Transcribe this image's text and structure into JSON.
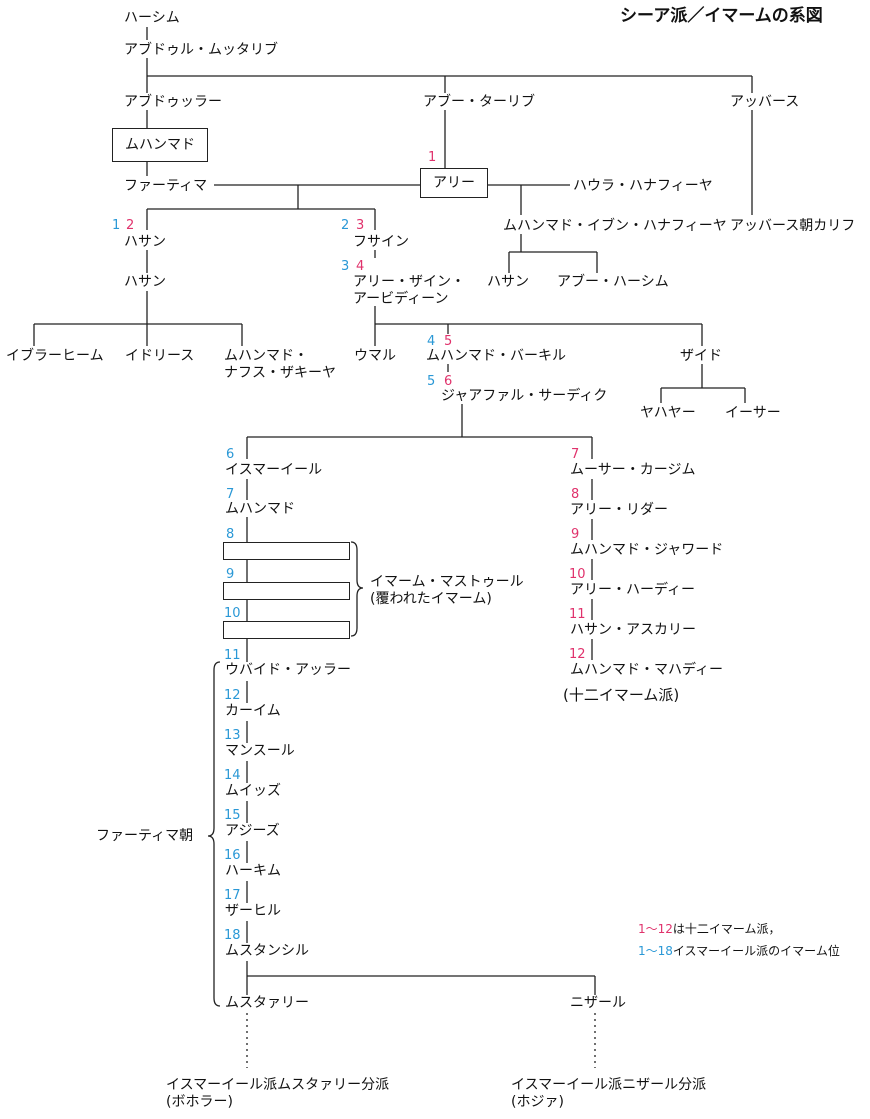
{
  "title": "シーア派／イマームの系図",
  "colors": {
    "ismaili_blue": "#2a98d6",
    "twelver_red": "#e0326c"
  },
  "persons": {
    "hashim": "ハーシム",
    "abd_muttalib": "アブドゥル・ムッタリブ",
    "abdullah": "アブドゥッラー",
    "abu_talib": "アブー・ターリブ",
    "abbas": "アッバース",
    "muhammad": "ムハンマド",
    "fatima": "ファーティマ",
    "ali": "アリー",
    "khawla": "ハウラ・ハナフィーヤ",
    "ibn_hanafiya": "ムハンマド・イブン・ハナフィーヤ",
    "abbasid_caliph": "アッバース朝カリフ",
    "hasan1": "ハサン",
    "husayn": "フサイン",
    "hasan2": "ハサン",
    "ali_zayn_1": "アリー・ザイン・",
    "ali_zayn_2": "アービディーン",
    "hasan3": "ハサン",
    "abu_hashim": "アブー・ハーシム",
    "ibrahim": "イブラーヒーム",
    "idris": "イドリース",
    "nafs_1": "ムハンマド・",
    "nafs_2": "ナフス・ザキーヤ",
    "umar": "ウマル",
    "baqir": "ムハンマド・バーキル",
    "zayd": "ザイド",
    "sadiq": "ジャアファル・サーディク",
    "yahya": "ヤハヤー",
    "isa": "イーサー",
    "ismail": "イスマーイール",
    "musa": "ムーサー・カージム",
    "muhammad_ismaili": "ムハンマド",
    "rida": "アリー・リダー",
    "jawad": "ムハンマド・ジャワード",
    "hadi": "アリー・ハーディー",
    "askari": "ハサン・アスカリー",
    "mahdi": "ムハンマド・マハディー",
    "ubaydallah": "ウバイド・アッラー",
    "qaim": "カーイム",
    "mansur": "マンスール",
    "muizz": "ムイッズ",
    "aziz": "アジーズ",
    "hakim": "ハーキム",
    "zahir": "ザーヒル",
    "mustansir": "ムスタンシル",
    "mustali": "ムスタァリー",
    "nizar": "ニザール"
  },
  "labels": {
    "hidden_imam_1": "イマーム・マストゥール",
    "hidden_imam_2": "(覆われたイマーム)",
    "twelver": "(十二イマーム派)",
    "fatimid": "ファーティマ朝",
    "mustali_branch_1": "イスマーイール派ムスタァリー分派",
    "mustali_branch_2": "(ボホラー)",
    "nizari_branch_1": "イスマーイール派ニザール分派",
    "nizari_branch_2": "(ホジァ)"
  },
  "legend": {
    "red_range": "1～12",
    "red_text": "は十二イマーム派，",
    "blue_range": "1～18",
    "blue_text": "イスマーイール派のイマーム位"
  },
  "imam_numbers": {
    "ali_r": "1",
    "hasan_b": "1",
    "hasan_r": "2",
    "husayn_b": "2",
    "husayn_r": "3",
    "zayn_b": "3",
    "zayn_r": "4",
    "baqir_b": "4",
    "baqir_r": "5",
    "sadiq_b": "5",
    "sadiq_r": "6",
    "ismail_b": "6",
    "muhammad_b": "7",
    "hidden8_b": "8",
    "hidden9_b": "9",
    "hidden10_b": "10",
    "ubaydallah_b": "11",
    "qaim_b": "12",
    "mansur_b": "13",
    "muizz_b": "14",
    "aziz_b": "15",
    "hakim_b": "16",
    "zahir_b": "17",
    "mustansir_b": "18",
    "musa_r": "7",
    "rida_r": "8",
    "jawad_r": "9",
    "hadi_r": "10",
    "askari_r": "11",
    "mahdi_r": "12"
  }
}
